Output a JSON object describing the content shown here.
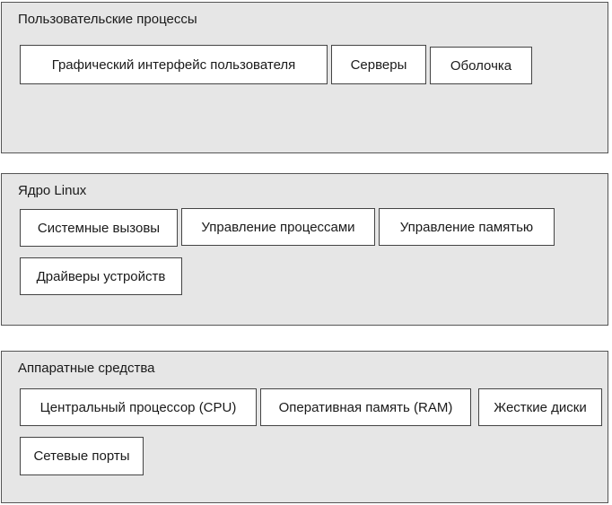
{
  "layers": {
    "user": {
      "title": "Пользовательские процессы",
      "items": [
        "Графический интерфейс пользователя",
        "Серверы",
        "Оболочка"
      ]
    },
    "kernel": {
      "title": "Ядро Linux",
      "items": [
        "Системные вызовы",
        "Управление процессами",
        "Управление памятью",
        "Драйверы устройств"
      ]
    },
    "hardware": {
      "title": "Аппаратные средства",
      "items": [
        "Центральный процессор (CPU)",
        "Оперативная память (RAM)",
        "Жесткие диски",
        "Сетевые порты"
      ]
    }
  }
}
